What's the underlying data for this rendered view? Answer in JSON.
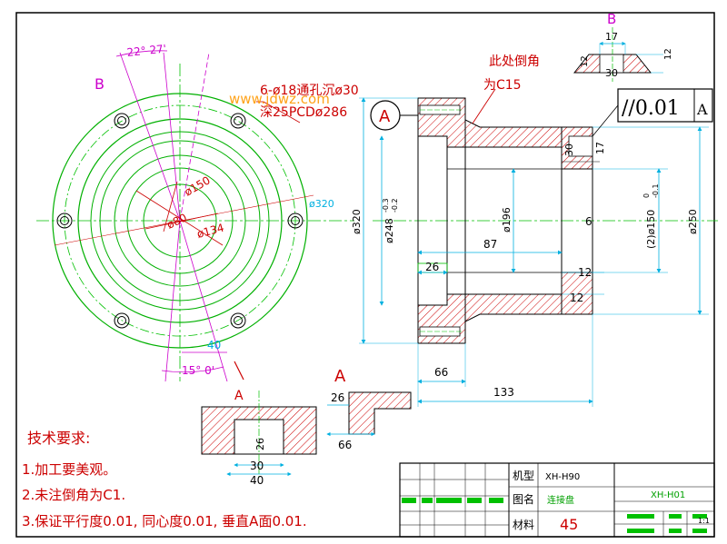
{
  "watermark": "www.jdwz.com",
  "colors": {
    "outline": "#000000",
    "dimension": "#00b0e0",
    "centerline": "#00c000",
    "section": "#cc0000",
    "hatch": "#cc0000",
    "circle": "#00b000",
    "annotation": "#cc0000",
    "angle": "#cc00cc"
  },
  "front_view": {
    "view_label_b": "B",
    "angle_top": "22° 27'",
    "angle_bottom": "15° 0'",
    "hole_note_line1": "6-ø18通孔沉ø30",
    "hole_note_line2": "深25PCDø286",
    "dim_150": "ø150",
    "dim_80": "ø80",
    "dim_134": "ø134",
    "dim_320": "ø320",
    "dim_40": "40",
    "section_label": "A"
  },
  "section_view": {
    "chamfer_note_line1": "此处倒角",
    "chamfer_note_line2": "为C15",
    "datum_label": "A",
    "tolerance": "//0.01",
    "tolerance_datum": "A",
    "dim_320": "ø320",
    "dim_248": "ø248",
    "dim_248_tol_upper": "-0.3",
    "dim_248_tol_lower": "-0.2",
    "dim_196": "ø196",
    "dim_87": "87",
    "dim_6": "6",
    "dim_150": "(2)ø150",
    "dim_150_tol_upper": "0",
    "dim_150_tol_lower": "-0.1",
    "dim_250": "ø250",
    "dim_26": "26",
    "dim_12a": "12",
    "dim_12b": "12",
    "dim_66": "66",
    "dim_133": "133",
    "dim_30": "30",
    "dim_17": "17"
  },
  "detail_b": {
    "label": "B",
    "dim_17": "17",
    "dim_12a": "12",
    "dim_30": "30",
    "dim_12b": "12"
  },
  "detail_a": {
    "label": "A",
    "dim_26": "26",
    "dim_66": "66"
  },
  "section_a": {
    "label": "A",
    "dim_26": "26",
    "dim_30": "30",
    "dim_40": "40"
  },
  "notes": {
    "title": "技术要求:",
    "item1": "1.加工要美观。",
    "item2": "2.未注倒角为C1.",
    "item3": "3.保证平行度0.01, 同心度0.01, 垂直A面0.01."
  },
  "title_block": {
    "model_label": "机型",
    "model_value": "XH-H90",
    "name_label": "图名",
    "name_value": "连接盘",
    "material_label": "材料",
    "material_value": "45",
    "drawing_no": "XH-H01",
    "scale": "1:1"
  }
}
